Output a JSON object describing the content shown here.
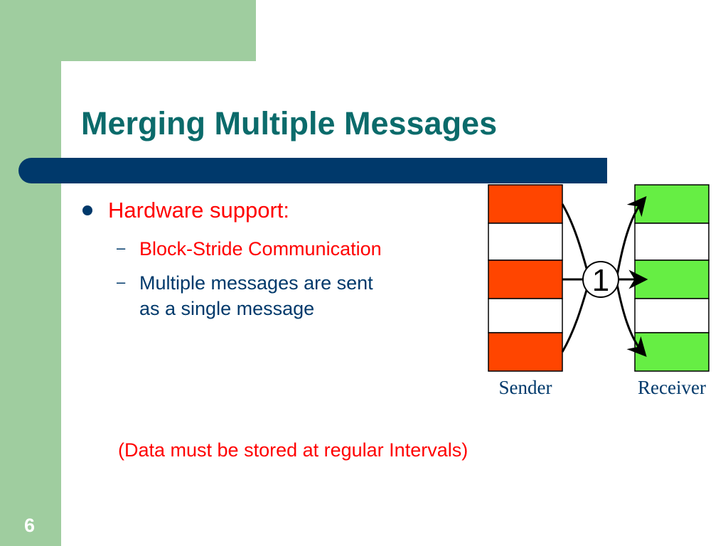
{
  "slide": {
    "title": "Merging Multiple Messages",
    "bullet": "Hardware support:",
    "sub_bullets": [
      {
        "dash": "–",
        "text": "Block-Stride Communication"
      },
      {
        "dash": "–",
        "text": "Multiple messages are sent\nas a single message"
      }
    ],
    "note": "(Data must be stored at regular Intervals)",
    "page_number": "6"
  },
  "diagram": {
    "sender_label": "Sender",
    "receiver_label": "Receiver",
    "message_count_label": "1",
    "colors": {
      "sender_block": "#ff4500",
      "receiver_block": "#66ee44",
      "arrow": "#000000"
    }
  },
  "theme": {
    "accent_green": "#9fcd9f",
    "navy": "#00396b",
    "title_teal": "#0b6b6b",
    "highlight_red": "#ff0000"
  }
}
